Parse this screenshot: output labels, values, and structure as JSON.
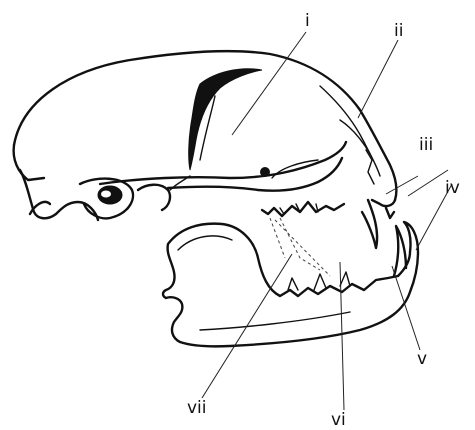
{
  "diagram": {
    "labels": {
      "i": "i",
      "ii": "ii",
      "iii": "iii",
      "iv": "iv",
      "v": "v",
      "vi": "vi",
      "vii": "vii"
    },
    "colors": {
      "ink": "#111111",
      "background": "#ffffff"
    }
  }
}
